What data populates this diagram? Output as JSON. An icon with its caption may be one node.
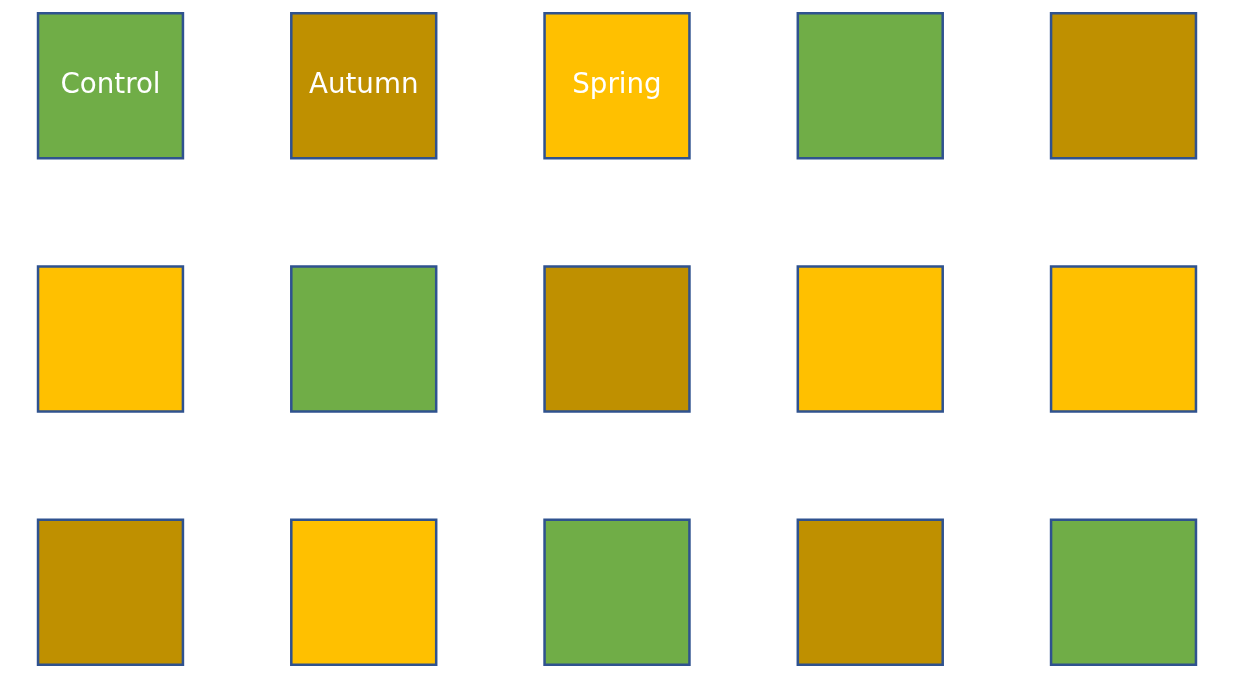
{
  "diagram": {
    "nodes": [
      {
        "text": [
          "Control"
        ]
      },
      {
        "text": [
          "Autumn"
        ]
      },
      {
        "text": [
          "Spring"
        ]
      },
      {
        "text": [],
        "shape": "box"
      },
      {
        "text": [],
        "shape": "box"
      },
      {
        "text": [],
        "shape": "box"
      },
      {
        "text": [],
        "shape": "box"
      },
      {
        "text": [],
        "shape": "box"
      },
      {
        "text": [],
        "shape": "box"
      },
      {
        "text": [],
        "shape": "box"
      },
      {
        "text": [],
        "shape": "box"
      },
      {
        "text": [],
        "shape": "box"
      },
      {
        "text": [],
        "shape": "box"
      },
      {
        "text": [],
        "shape": "box"
      },
      {
        "text": [],
        "shape": "box"
      }
    ]
  }
}
